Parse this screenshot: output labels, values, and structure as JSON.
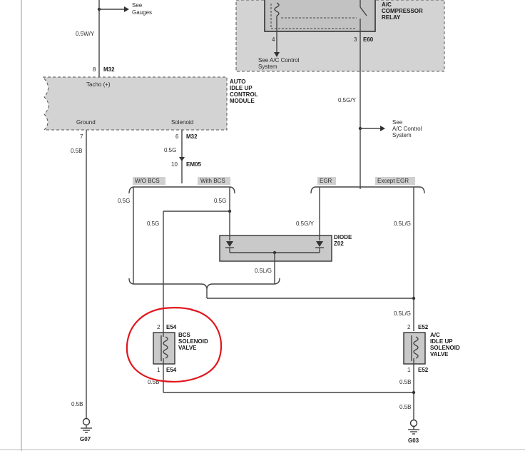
{
  "see_gauges": [
    "See",
    "Gauges"
  ],
  "relay": {
    "title_lines": [
      "A/C",
      "COMPRESSOR",
      "RELAY"
    ],
    "pin_left": "4",
    "pin_right": "3",
    "conn": "E60",
    "see_ac": [
      "See A/C Control",
      "System"
    ]
  },
  "module": {
    "title_lines": [
      "AUTO",
      "IDLE UP",
      "CONTROL",
      "MODULE"
    ],
    "tacho": "Tacho (+)",
    "ground": "Ground",
    "solenoid": "Solenoid",
    "pin_top": "8",
    "pin_ground": "7",
    "pin_solenoid": "6",
    "conn": "M32"
  },
  "wires": {
    "w_05wy": "0.5W/Y",
    "w_05gy_top": "0.5G/Y",
    "w_05b": "0.5B",
    "w_05g": "0.5G",
    "w_05gy": "0.5G/Y",
    "w_05lg": "0.5L/G",
    "w_05b_bot": "0.5B",
    "w_05b_g03": "0.5B",
    "w_05b_g07": "0.5B"
  },
  "see_ac_right": [
    "See",
    "A/C Control",
    "System"
  ],
  "em05": {
    "pin": "10",
    "conn": "EM05"
  },
  "branches": {
    "wo_bcs": "W/O BCS",
    "with_bcs": "With BCS",
    "egr": "EGR",
    "except_egr": "Except EGR"
  },
  "diode": {
    "title": "DIODE",
    "conn": "Z02"
  },
  "bcs_valve": {
    "title_lines": [
      "BCS",
      "SOLENOID",
      "VALVE"
    ],
    "pin_top": "2",
    "pin_bottom": "1",
    "conn": "E54"
  },
  "ac_valve": {
    "title_lines": [
      "A/C",
      "IDLE UP",
      "SOLENOID",
      "VALVE"
    ],
    "pin_top": "2",
    "pin_bottom": "1",
    "conn": "E52"
  },
  "grounds": {
    "left": "G07",
    "right": "G03"
  },
  "highlight_color": "#e0161b",
  "component_fill": "#c9c9c9"
}
